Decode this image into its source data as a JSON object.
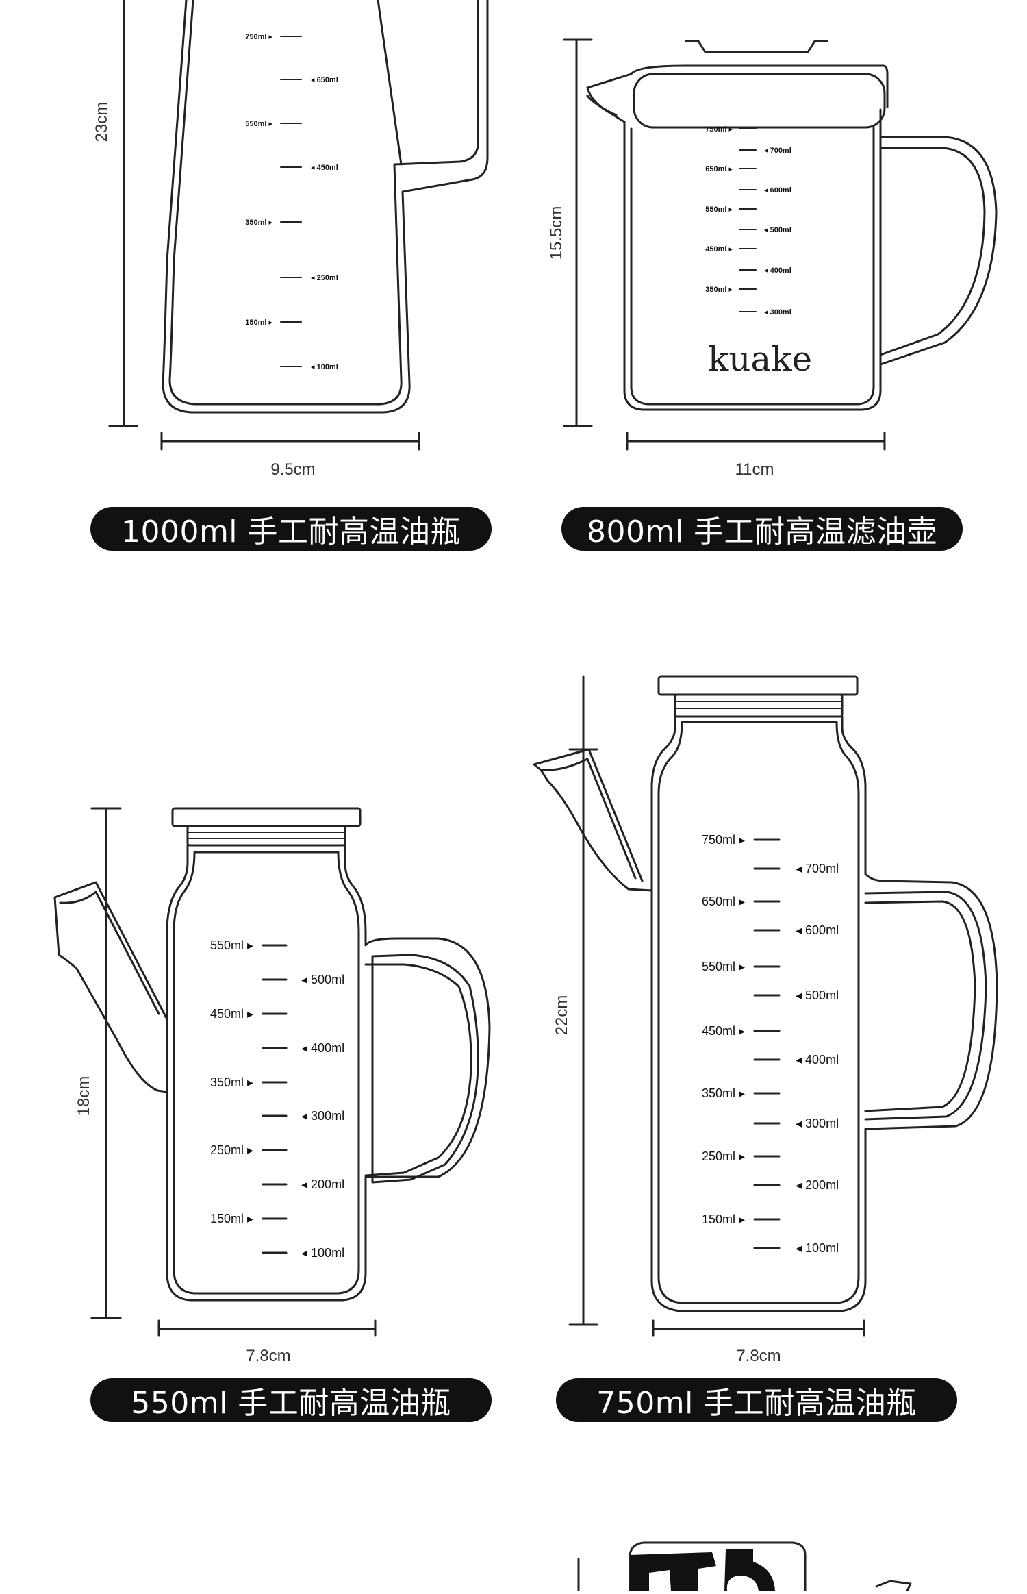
{
  "products": [
    {
      "label": "1000ml 手工耐高温油瓶",
      "height": "23cm",
      "width": "9.5cm",
      "marks_left": [
        "750ml",
        "550ml",
        "350ml",
        "150ml"
      ],
      "marks_right": [
        "650ml",
        "450ml",
        "250ml",
        "100ml"
      ]
    },
    {
      "label": "800ml 手工耐高温滤油壶",
      "height": "15.5cm",
      "width": "11cm",
      "brand": "kuake",
      "marks_left": [
        "750ml",
        "650ml",
        "550ml",
        "450ml",
        "350ml"
      ],
      "marks_right": [
        "700ml",
        "600ml",
        "500ml",
        "400ml",
        "300ml"
      ]
    },
    {
      "label": "550ml 手工耐高温油瓶",
      "height": "18cm",
      "width": "7.8cm",
      "marks_left": [
        "550ml",
        "450ml",
        "350ml",
        "250ml",
        "150ml"
      ],
      "marks_right": [
        "500ml",
        "400ml",
        "300ml",
        "200ml",
        "100ml"
      ]
    },
    {
      "label": "750ml 手工耐高温油瓶",
      "height": "22cm",
      "width": "7.8cm",
      "marks_left": [
        "750ml",
        "650ml",
        "550ml",
        "450ml",
        "350ml",
        "250ml",
        "150ml"
      ],
      "marks_right": [
        "700ml",
        "600ml",
        "500ml",
        "400ml",
        "300ml",
        "200ml",
        "100ml"
      ]
    }
  ]
}
